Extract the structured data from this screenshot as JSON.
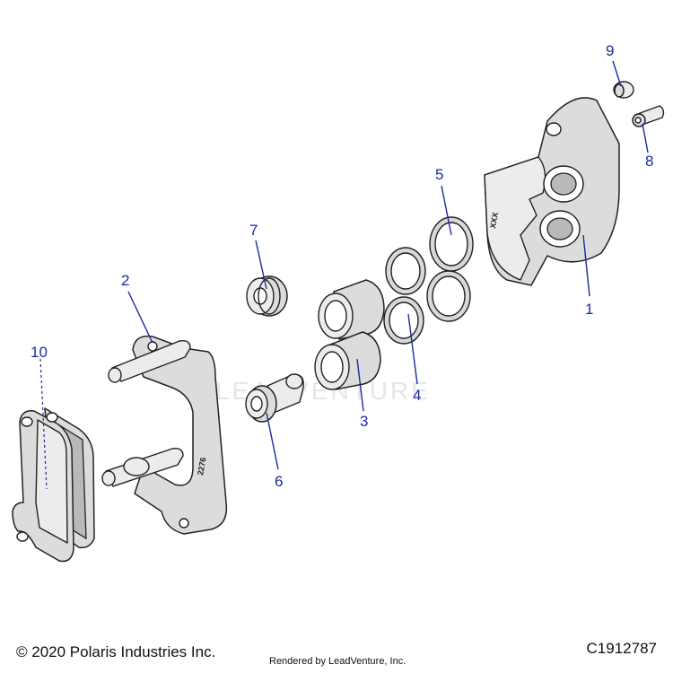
{
  "diagram": {
    "watermark": "LEADVENTURE",
    "callouts": {
      "c1": "1",
      "c2": "2",
      "c3": "3",
      "c4": "4",
      "c5": "5",
      "c6": "6",
      "c7": "7",
      "c8": "8",
      "c9": "9",
      "c10": "10"
    },
    "bracket_stamp": "2276",
    "caliper_stamp": "XXX"
  },
  "footer": {
    "copyright": "© 2020 Polaris Industries Inc.",
    "rendered_by": "Rendered by LeadVenture, Inc.",
    "diagram_code": "C1912787"
  },
  "colors": {
    "callout": "#1b2a9e",
    "part_fill": "#dcdcdc",
    "outline": "#222222"
  }
}
